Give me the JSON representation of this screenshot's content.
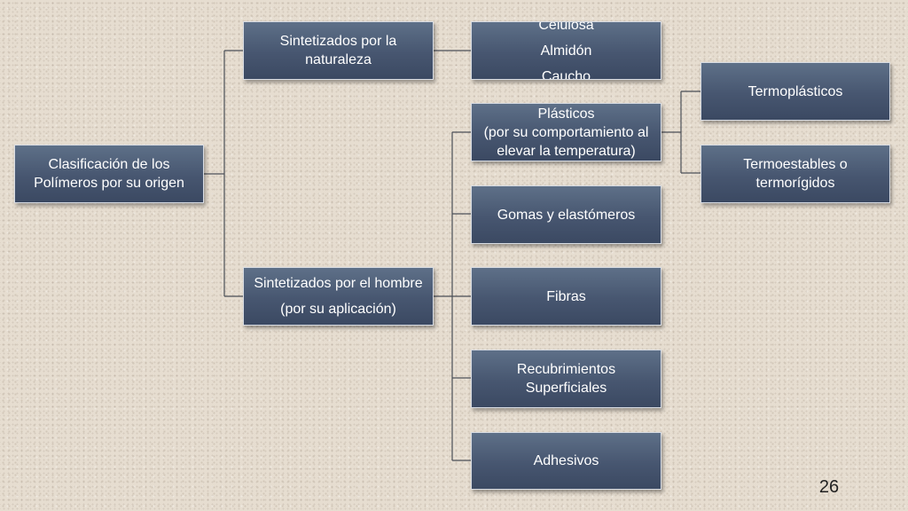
{
  "diagram": {
    "root": {
      "lines": [
        "Clasificación de los",
        "Polímeros por su origen"
      ]
    },
    "natural": {
      "lines": [
        "Sintetizados por la",
        "naturaleza"
      ],
      "children": {
        "lines": [
          "Celulosa",
          "Almidón",
          "Caucho"
        ]
      }
    },
    "human": {
      "lines": [
        "Sintetizados por el hombre",
        "(por su aplicación)"
      ],
      "children": [
        {
          "lines": [
            "Plásticos",
            "(por su comportamiento al",
            "elevar la temperatura)"
          ],
          "children": [
            {
              "lines": [
                "Termoplásticos"
              ]
            },
            {
              "lines": [
                "Termoestables o",
                "termorígidos"
              ]
            }
          ]
        },
        {
          "lines": [
            "Gomas y elastómeros"
          ]
        },
        {
          "lines": [
            "Fibras"
          ]
        },
        {
          "lines": [
            "Recubrimientos",
            "Superficiales"
          ]
        },
        {
          "lines": [
            "Adhesivos"
          ]
        }
      ]
    }
  },
  "footer": {
    "page_number": "26"
  }
}
